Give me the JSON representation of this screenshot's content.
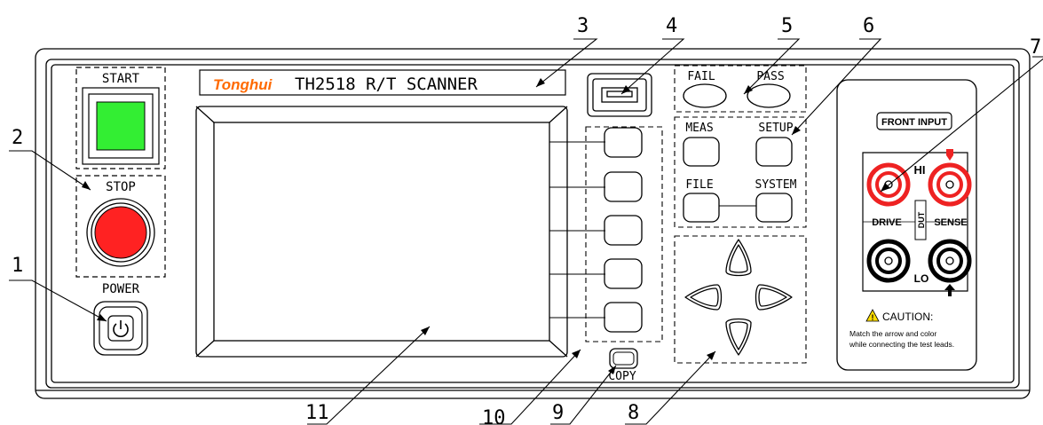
{
  "panel": {
    "start_label": "START",
    "stop_label": "STOP",
    "power_label": "POWER",
    "brand_logo": "Tonghui",
    "model_title": "TH2518  R/T SCANNER",
    "fail_label": "FAIL",
    "pass_label": "PASS",
    "meas_label": "MEAS",
    "setup_label": "SETUP",
    "file_label": "FILE",
    "system_label": "SYSTEM",
    "copy_label": "COPY",
    "front_input_label": "FRONT INPUT",
    "hi_label": "HI",
    "lo_label": "LO",
    "drive_label": "DRIVE",
    "sense_label": "SENSE",
    "dut_label": "DUT",
    "caution_title": "CAUTION:",
    "caution_line1": "Match the arrow and color",
    "caution_line2": "while connecting the test leads."
  },
  "callouts": [
    "1",
    "2",
    "3",
    "4",
    "5",
    "6",
    "7",
    "8",
    "9",
    "10",
    "11"
  ],
  "colors": {
    "start_green": "#33ee33",
    "stop_red": "#ff2222",
    "hi_red": "#ee2222",
    "brand_orange": "#ff6a00",
    "caution_yellow": "#ffdd00"
  }
}
